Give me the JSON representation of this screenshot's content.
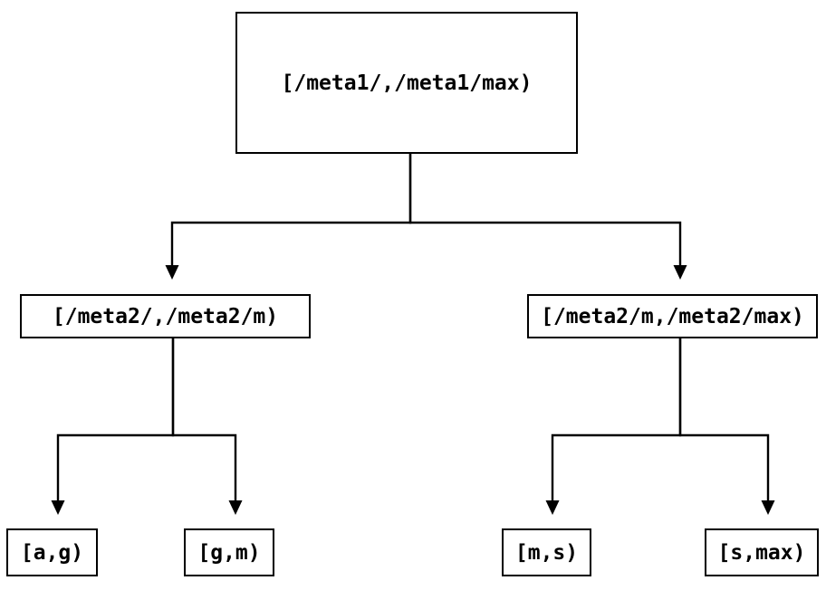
{
  "diagram": {
    "type": "tree",
    "background_color": "#ffffff",
    "line_color": "#000000",
    "text_color": "#000000",
    "nodes": {
      "root": {
        "label": "[/meta1/,/meta1/max)"
      },
      "meta2_low": {
        "label": "[/meta2/,/meta2/m)"
      },
      "meta2_high": {
        "label": "[/meta2/m,/meta2/max)"
      },
      "leaf_ag": {
        "label": "[a,g)"
      },
      "leaf_gm": {
        "label": "[g,m)"
      },
      "leaf_ms": {
        "label": "[m,s)"
      },
      "leaf_smax": {
        "label": "[s,max)"
      }
    },
    "edges": [
      {
        "from": "root",
        "to": "meta2_low"
      },
      {
        "from": "root",
        "to": "meta2_high"
      },
      {
        "from": "meta2_low",
        "to": "leaf_ag"
      },
      {
        "from": "meta2_low",
        "to": "leaf_gm"
      },
      {
        "from": "meta2_high",
        "to": "leaf_ms"
      },
      {
        "from": "meta2_high",
        "to": "leaf_smax"
      }
    ]
  }
}
